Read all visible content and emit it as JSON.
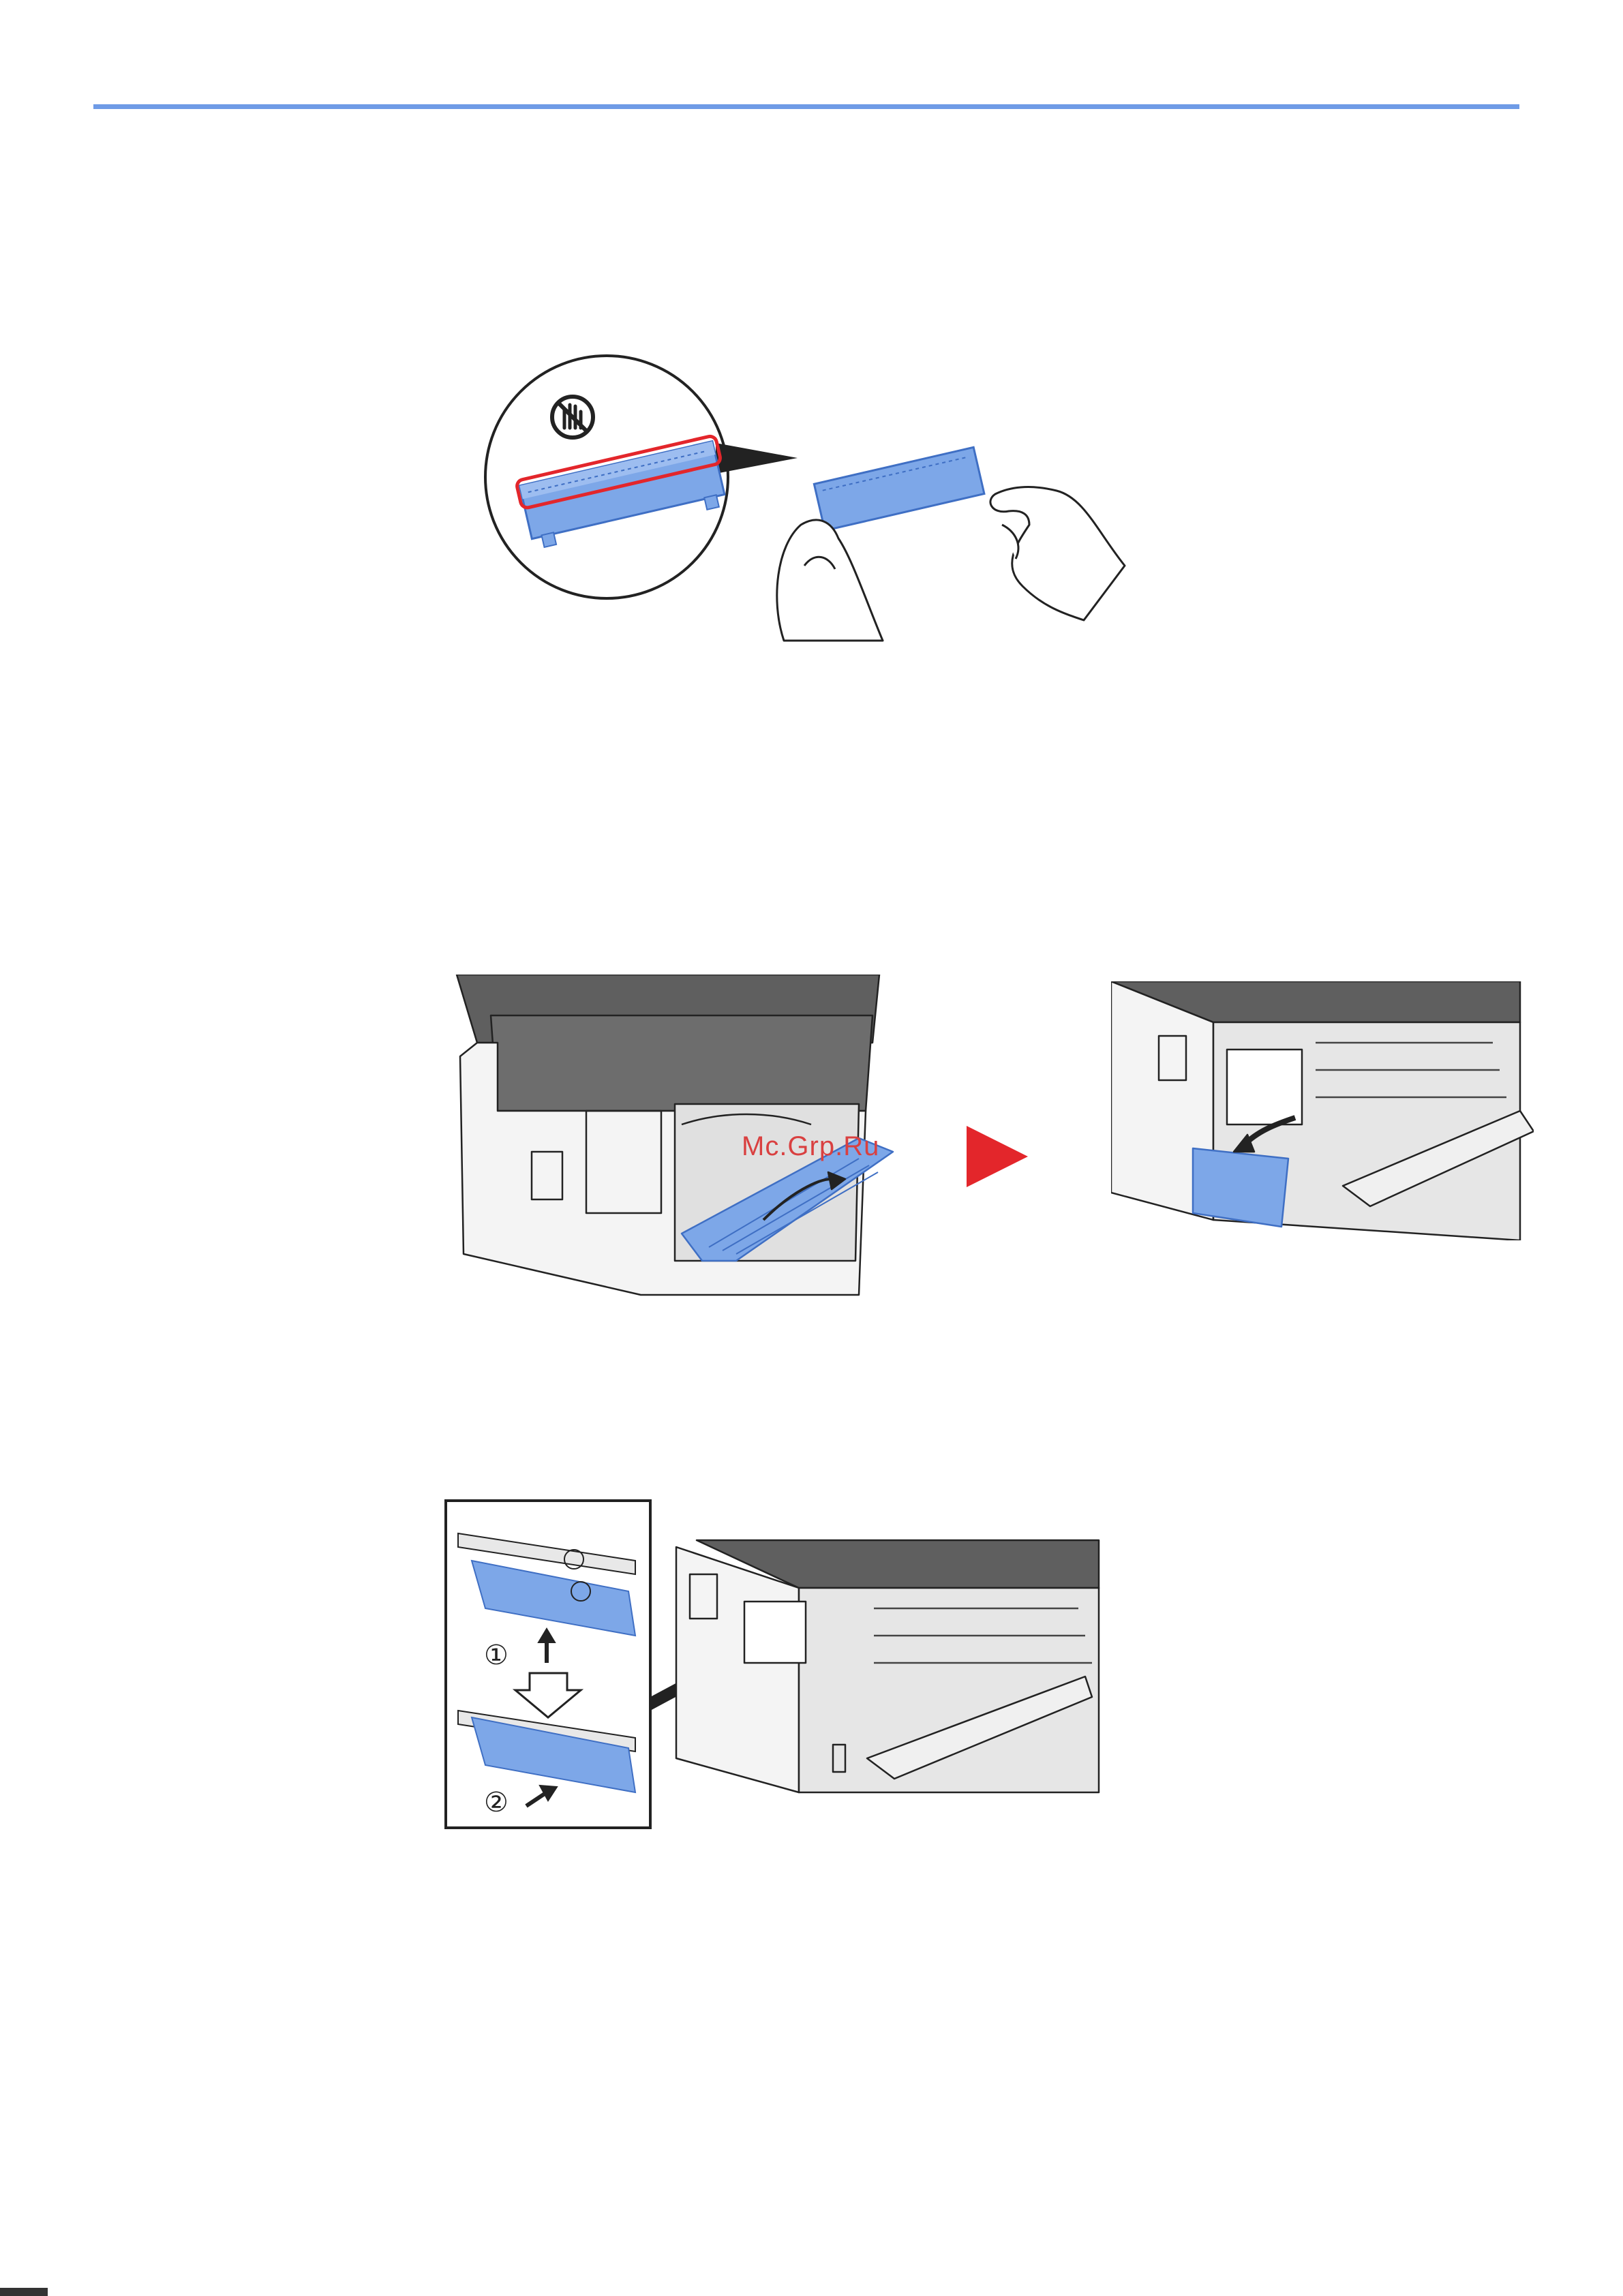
{
  "colors": {
    "rule": "#6f9be6",
    "part_blue": "#7da7e8",
    "part_blue_dark": "#3f6fc4",
    "printer_gray": "#6b6b6b",
    "printer_light": "#f3f3f3",
    "warning_red": "#e3262b",
    "next_arrow": "#e3262b"
  },
  "figure1": {
    "icons": [
      "no-touch-icon"
    ]
  },
  "figure2": {
    "icons": [
      "next-step-arrow-icon"
    ]
  },
  "figure3": {
    "steps": [
      {
        "number": "①"
      },
      {
        "number": "②"
      }
    ]
  },
  "watermark": "Mc.Grp.Ru"
}
